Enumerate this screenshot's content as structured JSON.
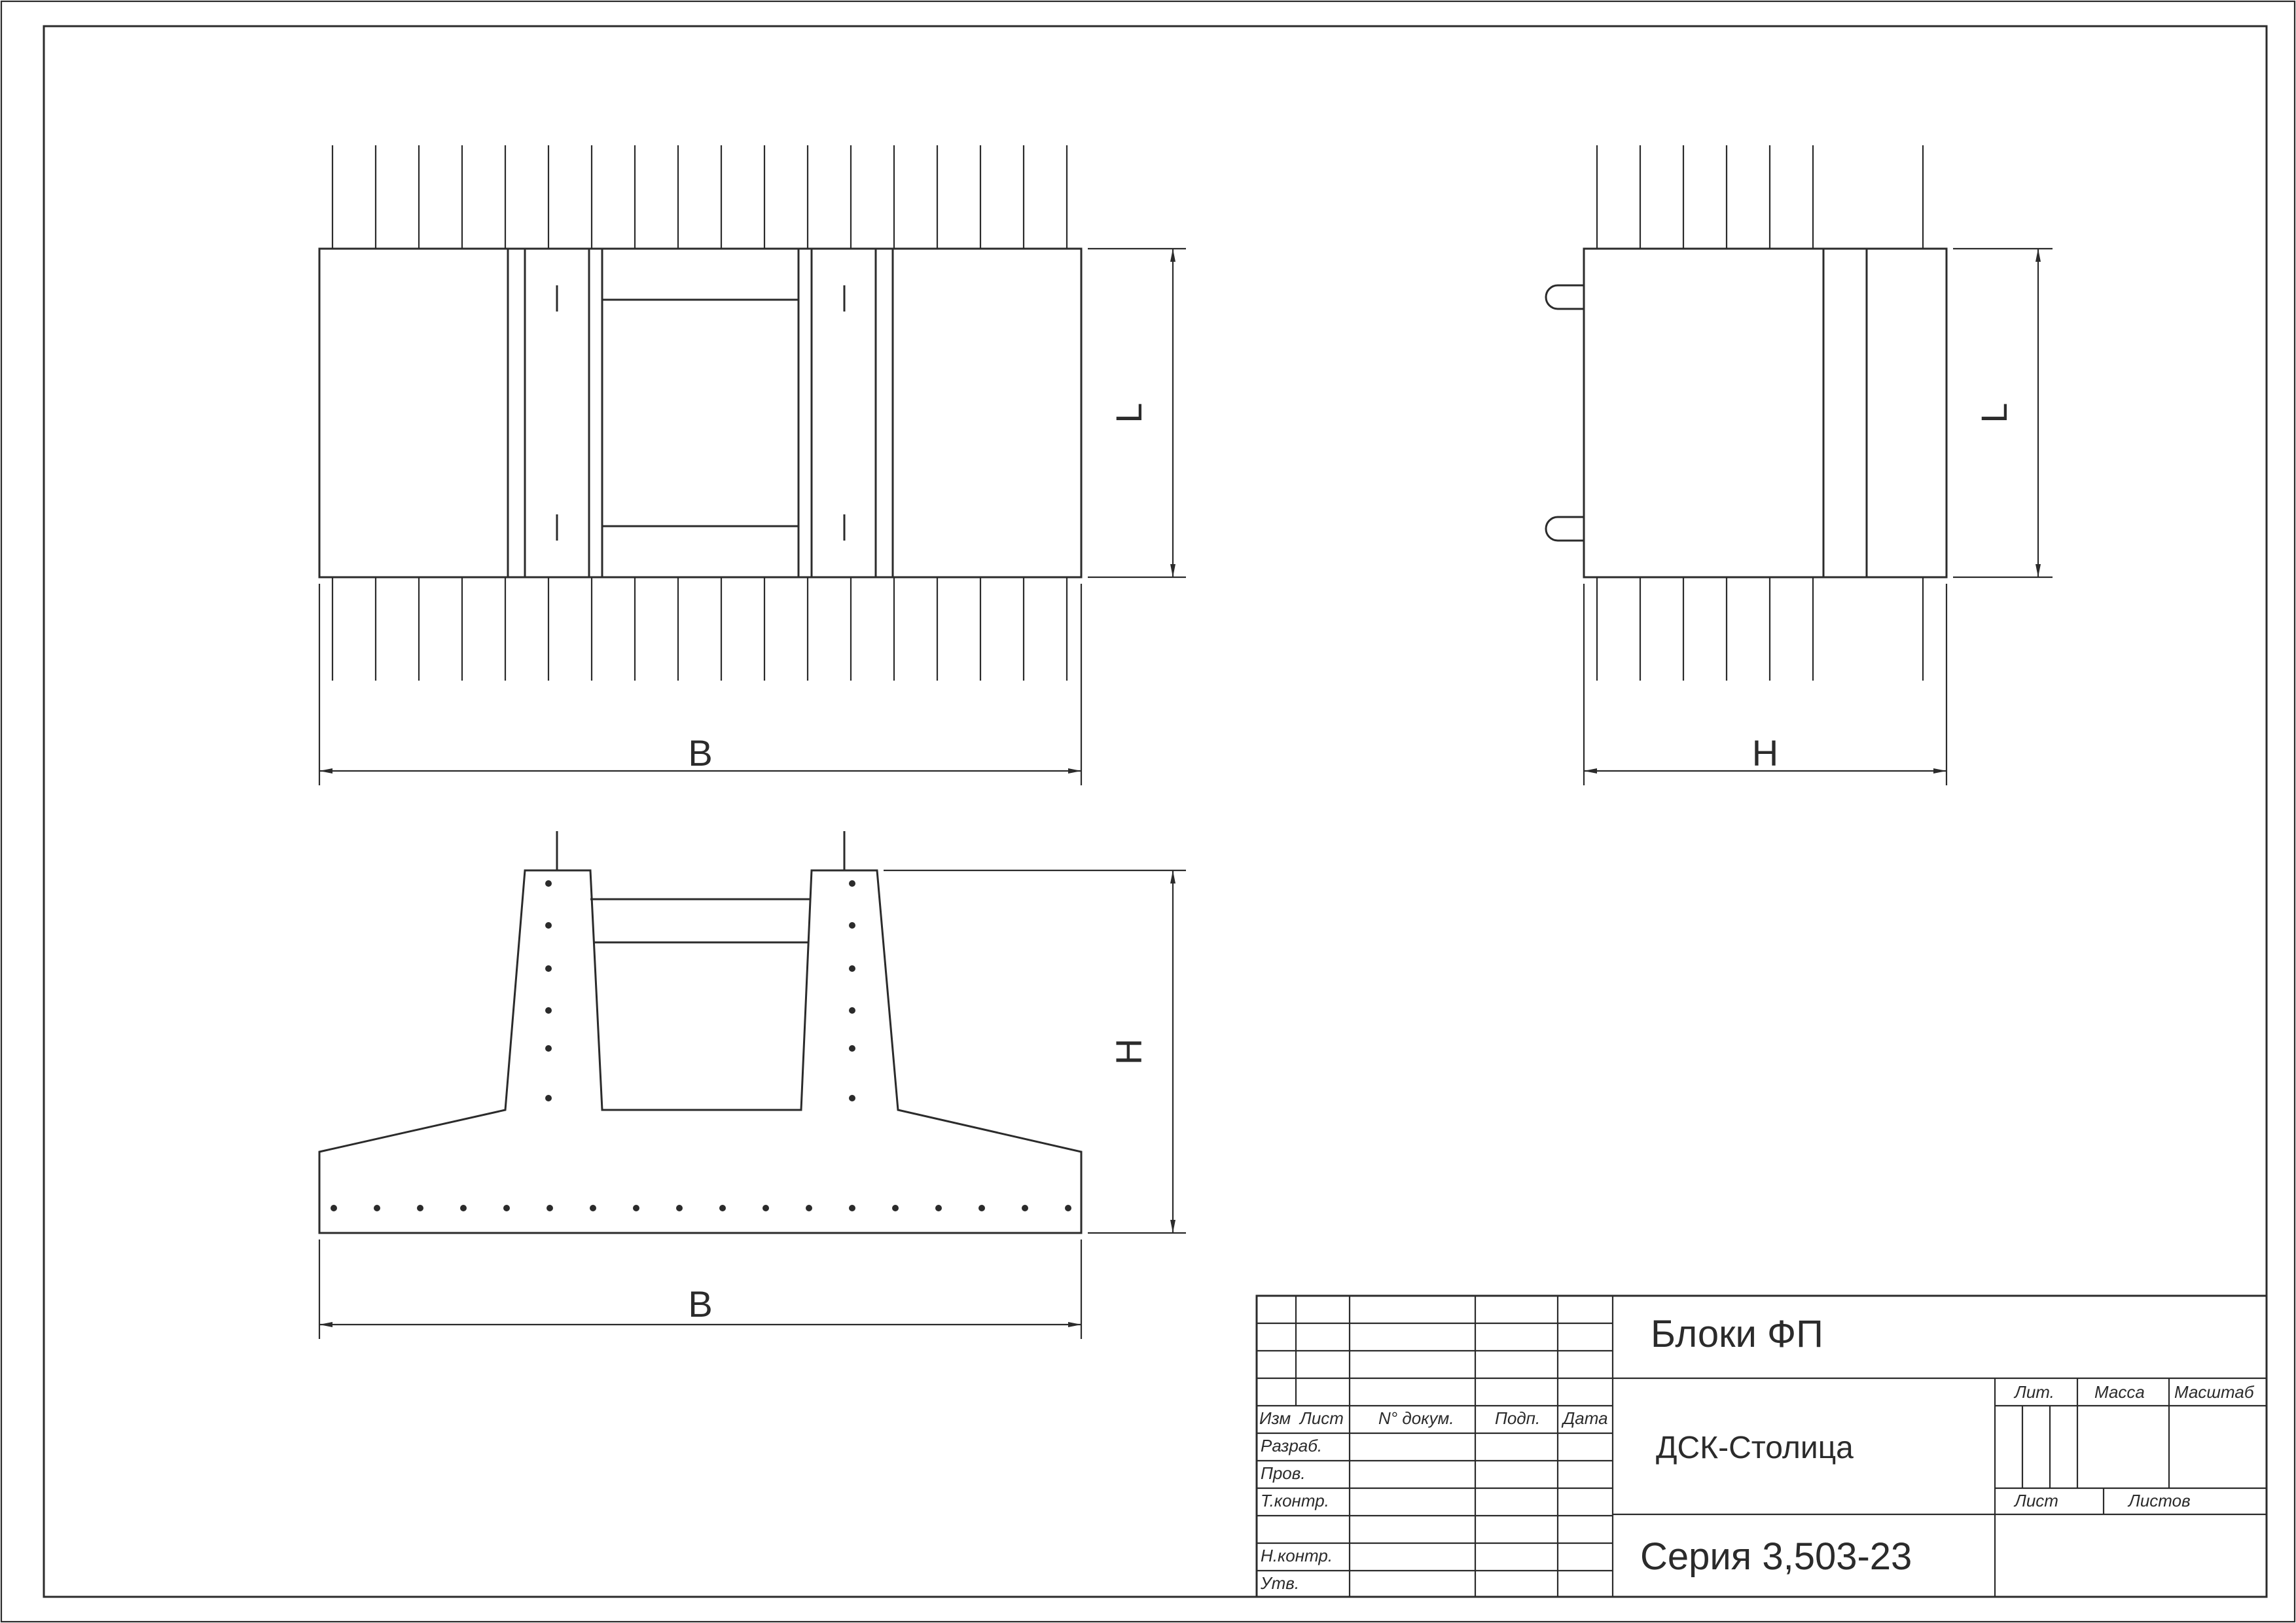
{
  "dimensions": {
    "top_view_width": "B",
    "top_view_length": "L",
    "side_view_width": "H",
    "side_view_length": "L",
    "section_height": "H",
    "section_width": "B"
  },
  "title_block": {
    "title": "Блоки ФП",
    "organization": "ДСК-Столица",
    "series": "Серия 3,503-23",
    "header_labels": {
      "izm": "Изм",
      "list": "Лист",
      "doc_no": "N° докум.",
      "sign": "Подп.",
      "date": "Дата"
    },
    "row_labels": {
      "developed": "Разраб.",
      "checked": "Пров.",
      "tech_control": "Т.контр.",
      "norm_control": "Н.контр.",
      "approved": "Утв."
    },
    "right_labels": {
      "lit": "Лит.",
      "mass": "Масса",
      "scale": "Масштаб",
      "sheet": "Лист",
      "sheets": "Листов"
    }
  }
}
